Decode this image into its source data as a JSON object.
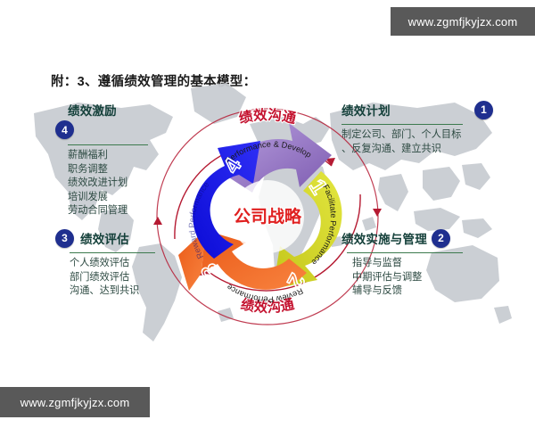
{
  "watermark": {
    "top_right": "www.zgmfjkyjzx.com",
    "bottom_left": "www.zgmfjkyjzx.com"
  },
  "title": "附：3、遵循绩效管理的基本模型：",
  "diagram": {
    "center_label": "公司战略",
    "arc_label_top": "绩效沟通",
    "arc_label_bottom": "绩效沟通",
    "segments": [
      {
        "number": "1",
        "color": "#9b76c9",
        "english": "Establish Performance & Development Plan"
      },
      {
        "number": "2",
        "color": "#d4d82a",
        "english": "Facilitate Performance"
      },
      {
        "number": "3",
        "color": "#f2682a",
        "english": "Review Performance"
      },
      {
        "number": "4",
        "color": "#1414e0",
        "english": "Reward Performance"
      }
    ]
  },
  "quadrants": [
    {
      "id": "4",
      "badge": "4",
      "heading": "绩效激励",
      "items": [
        "薪酬福利",
        "职务调整",
        "绩效改进计划",
        "培训发展",
        "劳动合同管理"
      ]
    },
    {
      "id": "3",
      "badge": "3",
      "heading": "绩效评估",
      "items": [
        "个人绩效评估",
        "部门绩效评估",
        "沟通、达到共识"
      ]
    },
    {
      "id": "1",
      "badge": "1",
      "heading": "绩效计划",
      "items": [
        "制定公司、部门、个人目标",
        "、反复沟通、建立共识"
      ]
    },
    {
      "id": "2",
      "badge": "2",
      "heading": "绩效实施与管理",
      "items": [
        "指导与监督",
        "中期评估与调整",
        "辅导与反馈"
      ]
    }
  ],
  "colors": {
    "badge_navy": "#1f2f8f",
    "heading_green": "#14403a",
    "rule_green": "#3c7a4e",
    "arc_red": "#c4122f",
    "center_red": "#e02020",
    "watermark_bg": "#595959",
    "map_gray": "#c9cdd2"
  }
}
